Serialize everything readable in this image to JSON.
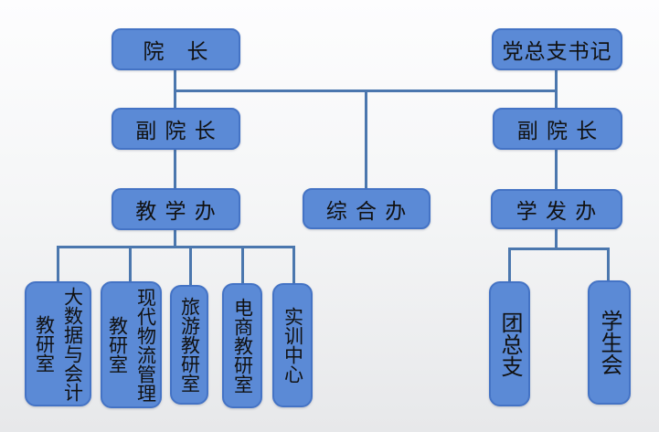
{
  "diagram": {
    "type": "org-chart",
    "colors": {
      "node_fill": "#5b8ad6",
      "node_border": "#4473c5",
      "connector": "#4b77ae",
      "text": "#111111",
      "background_top": "#fdfdfe",
      "background_bottom": "#e7e8ea"
    },
    "nodes": {
      "dean": {
        "label": "院　长"
      },
      "party_secretary": {
        "label": "党总支书记"
      },
      "vice_dean_left": {
        "label": "副 院 长"
      },
      "vice_dean_right": {
        "label": "副 院 长"
      },
      "teaching_office": {
        "label": "教 学 办"
      },
      "general_office": {
        "label": "综 合 办"
      },
      "student_dev_office": {
        "label": "学 发 办"
      },
      "big_data_accounting": {
        "label": "大数据与会计\n教研室"
      },
      "modern_logistics": {
        "label": "现代物流管理\n教研室"
      },
      "tourism_teaching": {
        "label": "旅游教研室"
      },
      "ecommerce_teaching": {
        "label": "电商教研室"
      },
      "training_center": {
        "label": "实训中心"
      },
      "youth_league": {
        "label": "团总支"
      },
      "student_union": {
        "label": "学生会"
      }
    },
    "edges": [
      {
        "from": "dean",
        "to": "vice_dean_left"
      },
      {
        "from": "dean",
        "to": "general_office"
      },
      {
        "from": "party_secretary",
        "to": "vice_dean_right"
      },
      {
        "from": "vice_dean_left",
        "to": "teaching_office"
      },
      {
        "from": "vice_dean_right",
        "to": "student_dev_office"
      },
      {
        "from": "teaching_office",
        "to": "big_data_accounting"
      },
      {
        "from": "teaching_office",
        "to": "modern_logistics"
      },
      {
        "from": "teaching_office",
        "to": "tourism_teaching"
      },
      {
        "from": "teaching_office",
        "to": "ecommerce_teaching"
      },
      {
        "from": "teaching_office",
        "to": "training_center"
      },
      {
        "from": "student_dev_office",
        "to": "youth_league"
      },
      {
        "from": "student_dev_office",
        "to": "student_union"
      }
    ]
  }
}
